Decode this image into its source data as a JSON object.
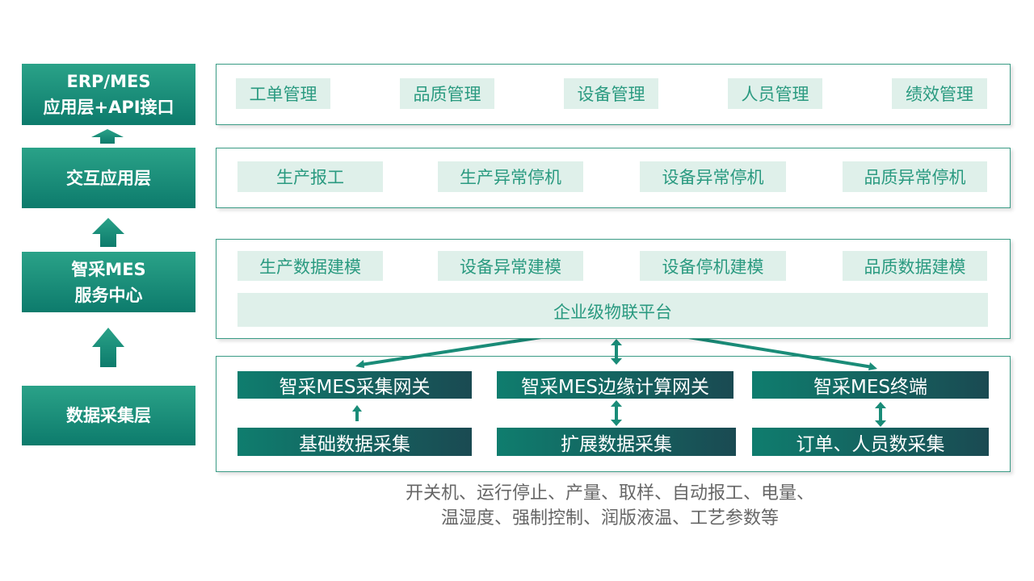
{
  "layers": [
    {
      "line1": "ERP/MES",
      "line2": "应用层+API接口"
    },
    {
      "line1": "交互应用层"
    },
    {
      "line1": "智采MES",
      "line2": "服务中心"
    },
    {
      "line1": "数据采集层"
    }
  ],
  "app_layer": [
    "工单管理",
    "品质管理",
    "设备管理",
    "人员管理",
    "绩效管理"
  ],
  "interaction_layer": [
    "生产报工",
    "生产异常停机",
    "设备异常停机",
    "品质异常停机"
  ],
  "service_center": {
    "models": [
      "生产数据建模",
      "设备异常建模",
      "设备停机建模",
      "品质数据建模"
    ],
    "platform": "企业级物联平台"
  },
  "collection": {
    "gateways": [
      "智采MES采集网关",
      "智采MES边缘计算网关",
      "智采MES终端"
    ],
    "sources": [
      "基础数据采集",
      "扩展数据采集",
      "订单、人员数采集"
    ]
  },
  "caption": {
    "line1": "开关机、运行停止、产量、取样、自动报工、电量、",
    "line2": "温湿度、强制控制、润版液温、工艺参数等"
  },
  "colors": {
    "accent": "#1a9a80",
    "chip_bg": "#dff0ea"
  }
}
